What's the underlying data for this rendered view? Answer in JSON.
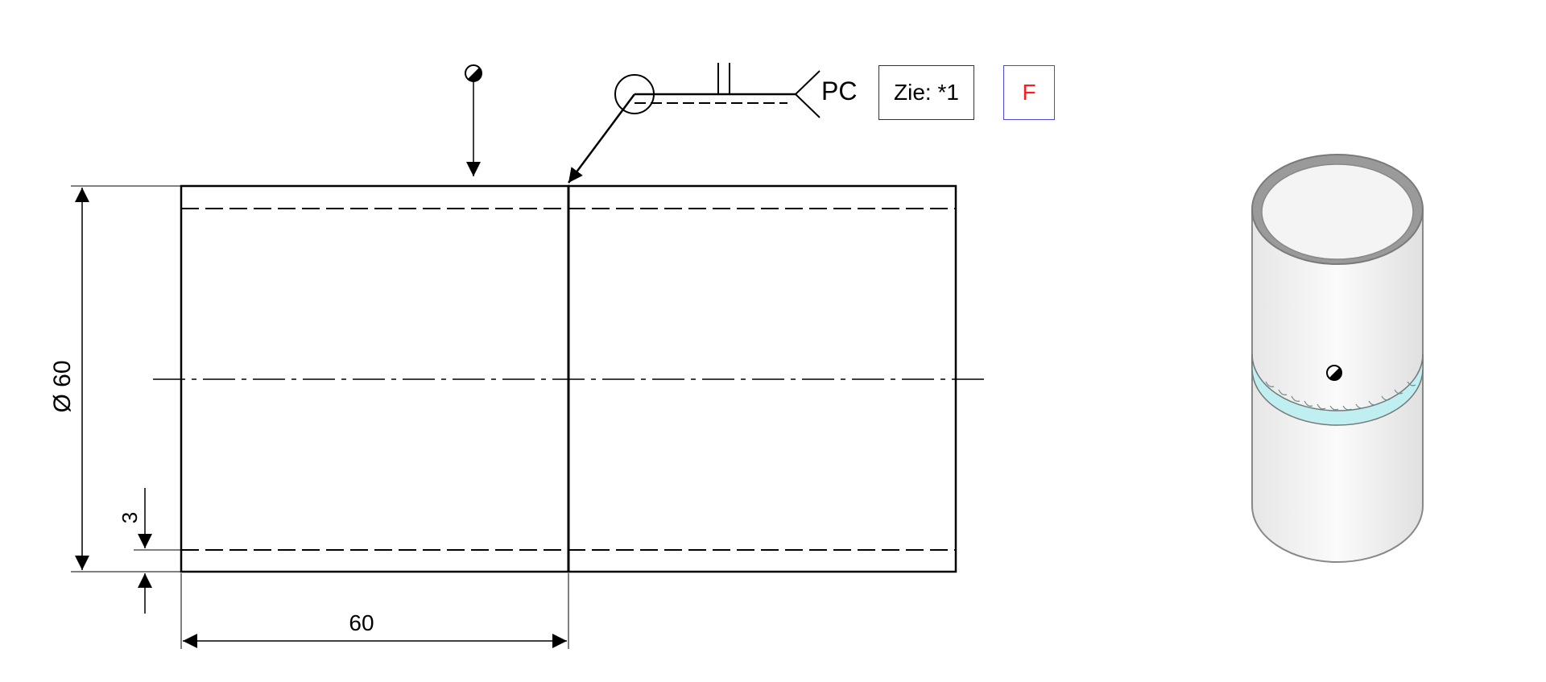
{
  "weld_symbol": {
    "position_label": "PC",
    "reference_box": "Zie: *1",
    "flag_box": "F"
  },
  "dimensions": {
    "diameter": "Ø 60",
    "length": "60",
    "wall_thickness": "3"
  },
  "colors": {
    "line": "#000000",
    "flag_border": "#4a4ae0",
    "flag_text": "#ff1a1a",
    "weld_bead": "#bfeff0",
    "pipe_rim": "#9a9a9a"
  }
}
